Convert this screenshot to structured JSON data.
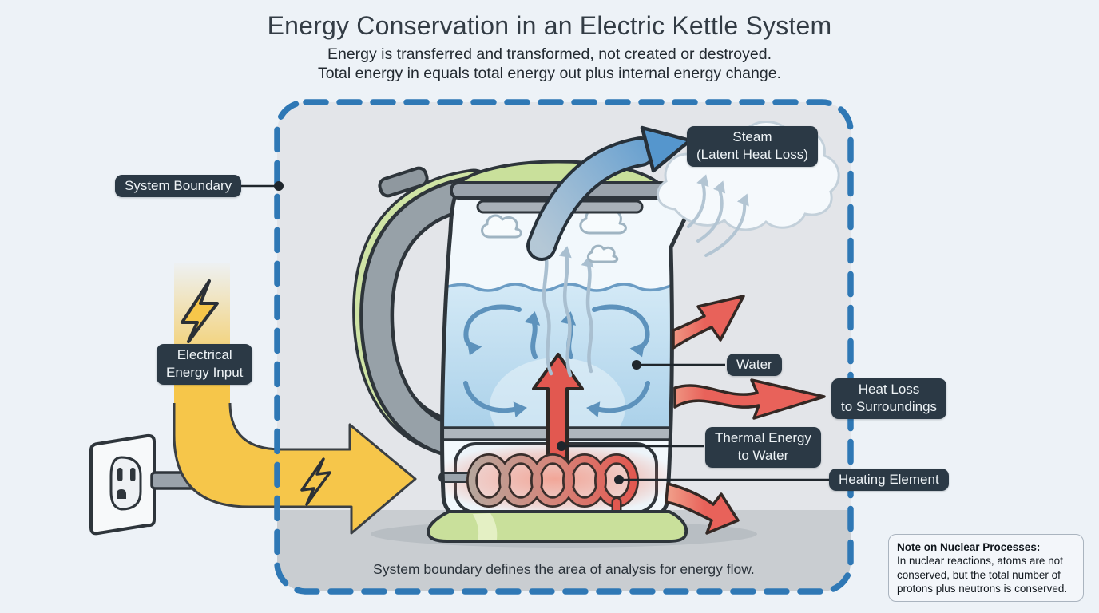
{
  "header": {
    "title": "Energy Conservation in an Electric Kettle System",
    "subtitle1": "Energy is transferred and transformed, not created or destroyed.",
    "subtitle2": "Total energy in equals total energy out plus internal energy change."
  },
  "diagram": {
    "labels": {
      "system_boundary": "System Boundary",
      "steam": {
        "line1": "Steam",
        "line2": "(Latent Heat Loss)"
      },
      "electrical": {
        "line1": "Electrical",
        "line2": "Energy Input"
      },
      "water": "Water",
      "heat_loss": {
        "line1": "Heat Loss",
        "line2": "to Surroundings"
      },
      "thermal": {
        "line1": "Thermal Energy",
        "line2": "to Water"
      },
      "heating_element": "Heating Element"
    },
    "caption": "System boundary defines the area of analysis for energy flow.",
    "icons": {
      "electrical_input": "lightning-bolt-icon",
      "power_source": "power-outlet-icon",
      "steam_loss": "steam-cloud-icon"
    }
  },
  "note": {
    "title": "Note on Nuclear Processes:",
    "body": "In nuclear reactions, atoms are not conserved, but the total number of protons plus neutrons is conserved."
  },
  "colors": {
    "background": "#edf2f7",
    "boundary_dash": "#2f78b5",
    "boundary_fill": "#e3e5e9",
    "countertop": "#c9cdd1",
    "label_chip": "#2b3945",
    "label_text": "#eef3f6",
    "electric_yellow": "#f6c64a",
    "heat_red": "#e8625a",
    "steam_blue": "#5596cd",
    "water_blue": "#bddcee",
    "kettle_gray": "#97a1a8",
    "base_green": "#c9e09b",
    "outline_dark": "#2e353b"
  }
}
